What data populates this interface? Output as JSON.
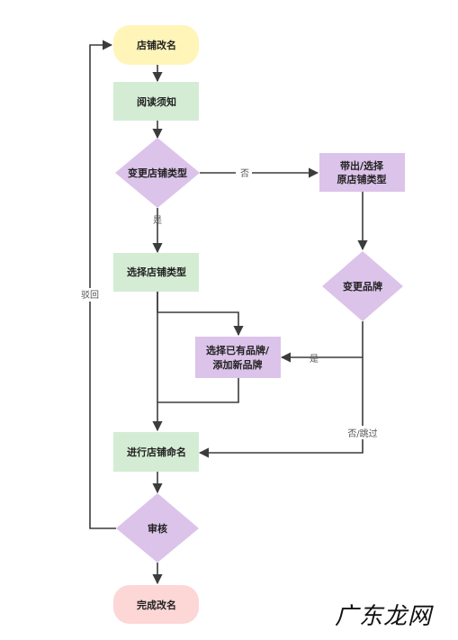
{
  "nodes": {
    "start": "店铺改名",
    "read_notice": "阅读须知",
    "change_type_q": "变更店铺类型",
    "bring_out_1": "带出/选择",
    "bring_out_2": "原店铺类型",
    "select_type": "选择店铺类型",
    "change_brand_q": "变更品牌",
    "select_brand_1": "选择已有品牌/",
    "select_brand_2": "添加新品牌",
    "naming": "进行店铺命名",
    "review": "审核",
    "done": "完成改名"
  },
  "edges": {
    "no": "否",
    "yes": "是",
    "yes_brand": "是",
    "no_skip": "否/跳过",
    "reject": "驳回"
  },
  "watermark": "广东龙网",
  "colors": {
    "start": "#fff5b8",
    "process": "#d4ecd4",
    "decision": "#dcc3ea",
    "end": "#fdd6d6",
    "line": "#3c3c3c"
  }
}
